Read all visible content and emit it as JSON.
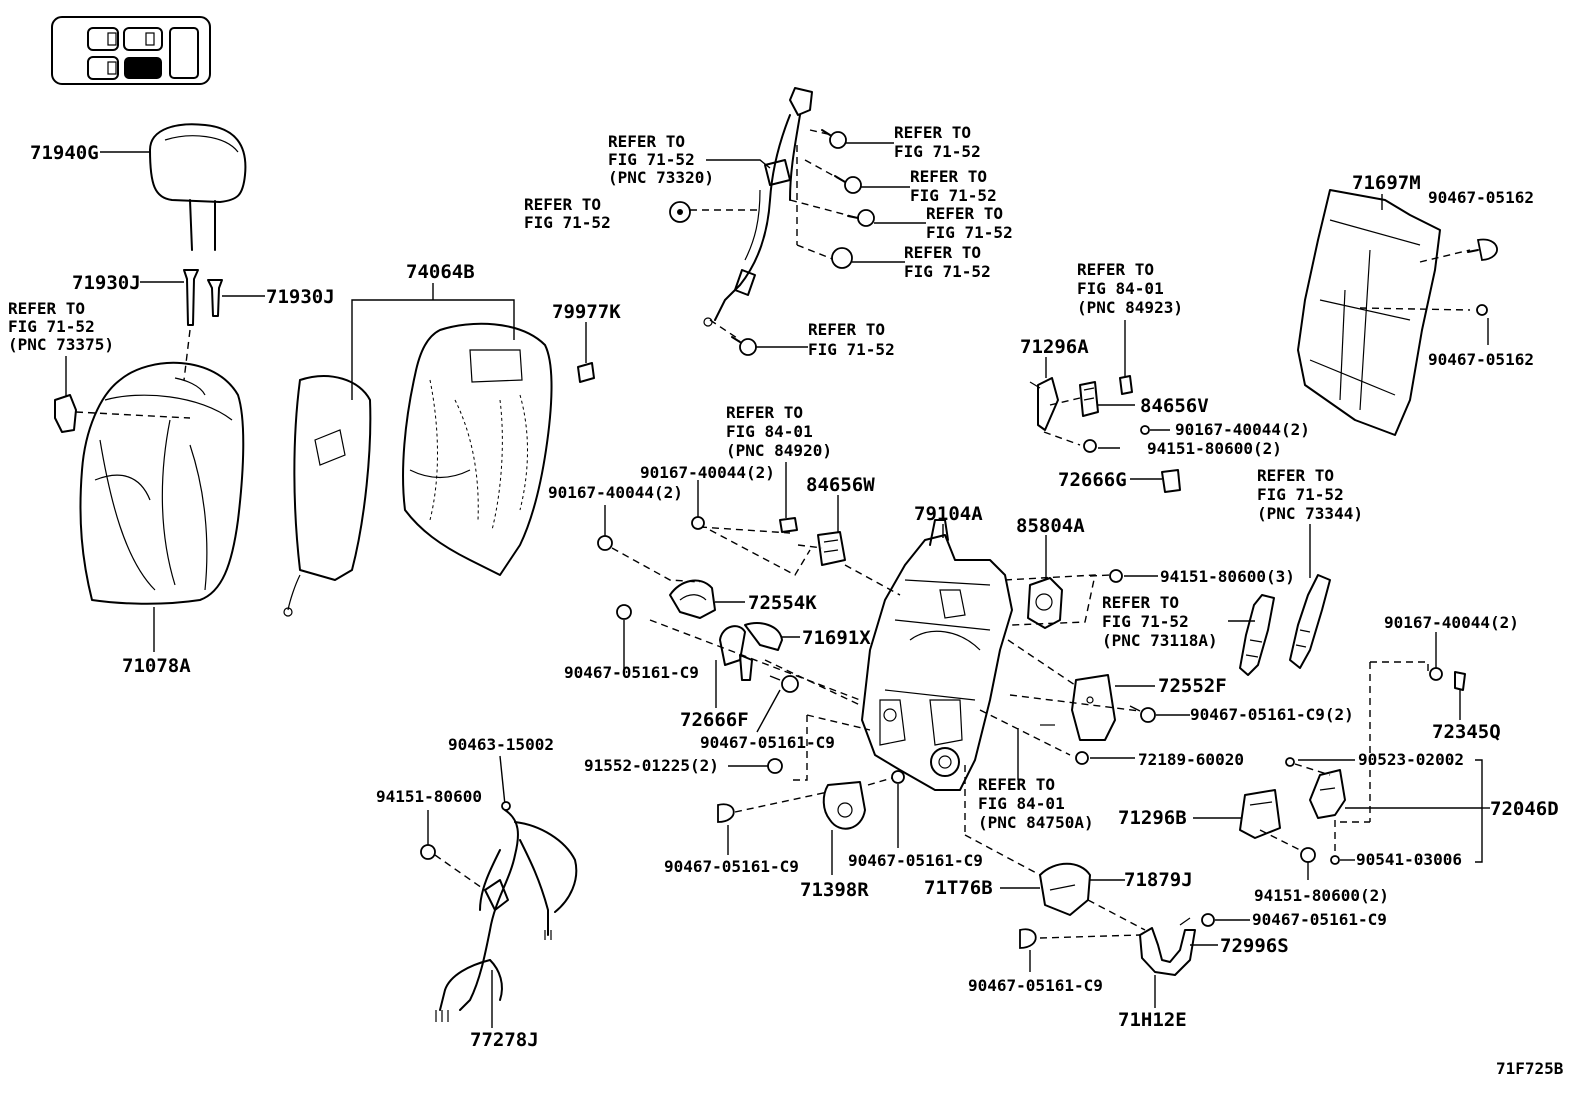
{
  "diagram": {
    "figure_code": "71F725B",
    "labels": {
      "p71940G": "71940G",
      "p71930J_a": "71930J",
      "p71930J_b": "71930J",
      "ref_73375_a": "REFER TO",
      "ref_73375_b": "FIG 71-52",
      "ref_73375_c": "(PNC 73375)",
      "p71078A": "71078A",
      "p74064B": "74064B",
      "p79977K": "79977K",
      "ref_73320_a": "REFER TO",
      "ref_73320_b": "FIG 71-52",
      "ref_73320_c": "(PNC 73320)",
      "ref_l2_a": "REFER TO",
      "ref_l2_b": "FIG 71-52",
      "ref_r1_a": "REFER TO",
      "ref_r1_b": "FIG 71-52",
      "ref_r2_a": "REFER TO",
      "ref_r2_b": "FIG 71-52",
      "ref_r3_a": "REFER TO",
      "ref_r3_b": "FIG 71-52",
      "ref_r4_a": "REFER TO",
      "ref_r4_b": "FIG 71-52",
      "ref_r5_a": "REFER TO",
      "ref_r5_b": "FIG 71-52",
      "ref_84923_a": "REFER TO",
      "ref_84923_b": "FIG 84-01",
      "ref_84923_c": "(PNC 84923)",
      "p71296A": "71296A",
      "p84656V": "84656V",
      "p90167_40044_2a": "90167-40044(2)",
      "p94151_80600_2a": "94151-80600(2)",
      "p72666G": "72666G",
      "p71697M": "71697M",
      "p90467_05162_a": "90467-05162",
      "p90467_05162_b": "90467-05162",
      "ref_84920_a": "REFER TO",
      "ref_84920_b": "FIG 84-01",
      "ref_84920_c": "(PNC 84920)",
      "p90167_40044_2b": "90167-40044(2)",
      "p90167_40044_2c": "90167-40044(2)",
      "p84656W": "84656W",
      "p79104A": "79104A",
      "p85804A": "85804A",
      "p94151_80600_3": "94151-80600(3)",
      "ref_73344_a": "REFER TO",
      "ref_73344_b": "FIG 71-52",
      "ref_73344_c": "(PNC 73344)",
      "p72554K": "72554K",
      "p71691X": "71691X",
      "p90467_05161_C9_a": "90467-05161-C9",
      "ref_73118A_a": "REFER TO",
      "ref_73118A_b": "FIG 71-52",
      "ref_73118A_c": "(PNC 73118A)",
      "p90167_40044_2d": "90167-40044(2)",
      "p72552F": "72552F",
      "p72666F": "72666F",
      "p90467_05161_C9_2": "90467-05161-C9(2)",
      "p72345Q": "72345Q",
      "p90467_05161_C9_b": "90467-05161-C9",
      "p90463_15002": "90463-15002",
      "p91552_01225_2": "91552-01225(2)",
      "p72189_60020": "72189-60020",
      "p90523_02002": "90523-02002",
      "ref_84750A_a": "REFER TO",
      "ref_84750A_b": "FIG 84-01",
      "ref_84750A_c": "(PNC 84750A)",
      "p94151_80600": "94151-80600",
      "p71296B": "71296B",
      "p72046D": "72046D",
      "p90467_05161_C9_c": "90467-05161-C9",
      "p90467_05161_C9_d": "90467-05161-C9",
      "p90541_03006": "90541-03006",
      "p71398R": "71398R",
      "p71T76B": "71T76B",
      "p71879J": "71879J",
      "p94151_80600_2b": "94151-80600(2)",
      "p90467_05161_C9_e": "90467-05161-C9",
      "p72996S": "72996S",
      "p90467_05161_C9_f": "90467-05161-C9",
      "p71H12E": "71H12E",
      "p77278J": "77278J"
    }
  }
}
